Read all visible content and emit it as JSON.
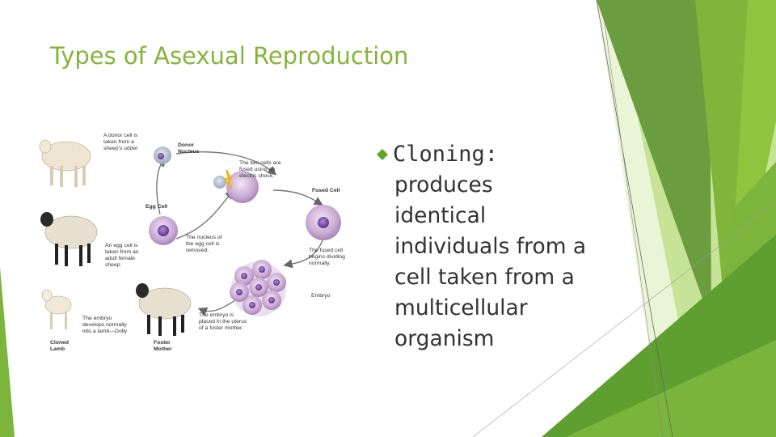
{
  "slide": {
    "title": "Types of Asexual Reproduction",
    "bullet": {
      "heading": "Cloning:",
      "body": "produces\nidentical\nindividuals from a\ncell taken from a\nmulticellular\norganism"
    }
  },
  "diagram": {
    "labels": {
      "donor_text": [
        "A donor cell is",
        "taken from a",
        "sheep's udder"
      ],
      "donor_nucleus": [
        "Donor",
        "Nucleus"
      ],
      "fuse_text": [
        "The two cells are",
        "fused using an",
        "electric shock."
      ],
      "fused_cell": "Fused Cell",
      "egg_cell": "Egg Cell",
      "nucleus_removed": [
        "The nucleus of",
        "the egg cell is",
        "removed."
      ],
      "egg_taken": [
        "An egg cell is",
        "taken from an",
        "adult female",
        "sheep."
      ],
      "dividing": [
        "The fused cell",
        "begins dividing",
        "normally."
      ],
      "embryo": "Embryo",
      "embryo_placed": [
        "The embryo is",
        "placed in the uterus",
        "of a foster mother."
      ],
      "lamb_text": [
        "The embryo",
        "develops normally",
        "into a lamb—Dolly"
      ],
      "cloned_lamb": [
        "Cloned",
        "Lamb"
      ],
      "foster_mother": [
        "Foster",
        "Mother"
      ]
    }
  },
  "colors": {
    "title": "#86b43a",
    "accent_dark": "#4f8f2c",
    "accent_mid": "#7cb53b",
    "accent_light": "#a9d35b",
    "accent_pale": "#d9ecb4",
    "bullet_marker": "#5ea72a",
    "text": "#333333"
  }
}
